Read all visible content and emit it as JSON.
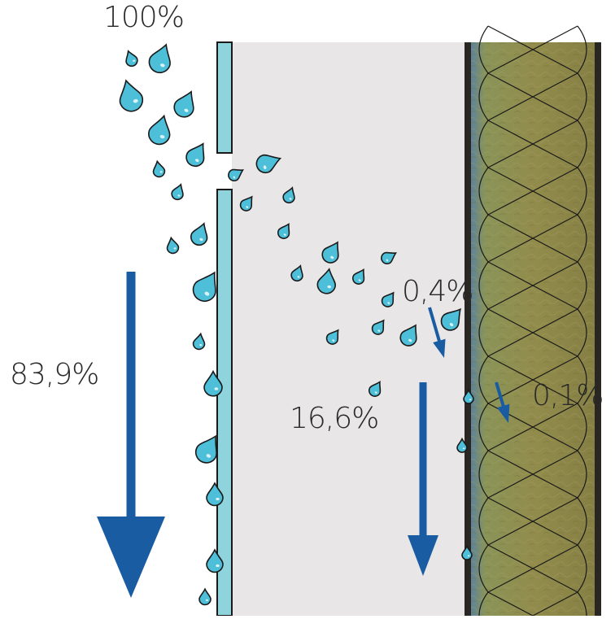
{
  "labels": {
    "incoming": "100%",
    "cladding_runoff": "83,9%",
    "cavity_runoff": "16,6%",
    "membrane_passage": "0,4%",
    "insulation_passage": "0,1%"
  },
  "colors": {
    "panel_fill": "#8fd4dc",
    "drop_fill": "#4dbfd8",
    "arrow": "#1a5ca2",
    "cavity": "#e8e6e7",
    "membrane": "#2a2622",
    "insulation": "#8f8d4a",
    "outline": "#1a1a1a"
  },
  "icons": {
    "water_drop": "water-drop-icon",
    "arrow_down": "arrow-down-icon"
  }
}
